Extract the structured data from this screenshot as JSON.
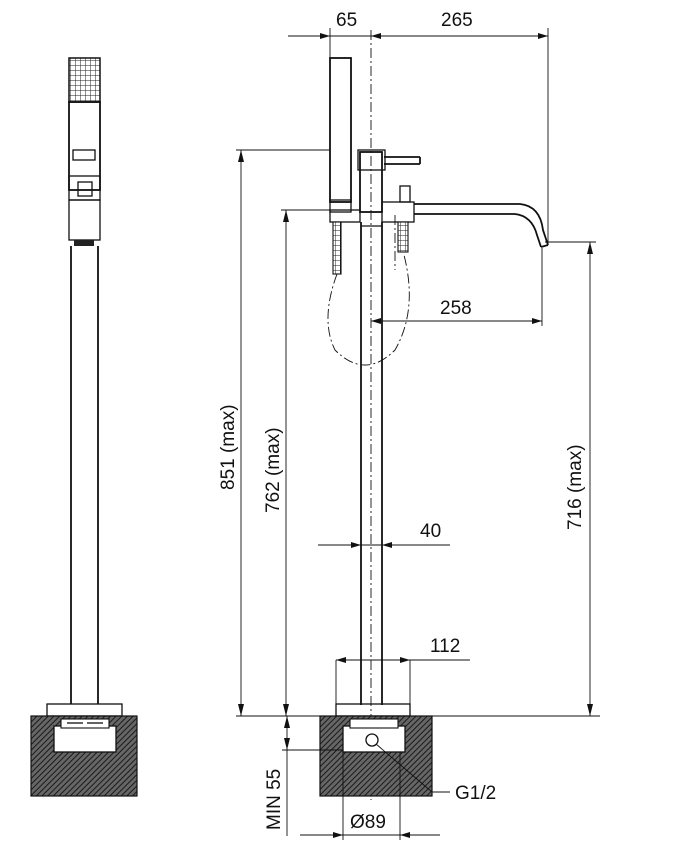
{
  "dimensions": {
    "hand_shower_width": "65",
    "spout_projection_top": "265",
    "spout_projection": "258",
    "height_total": "851 (max)",
    "height_mixer": "762 (max)",
    "height_spout": "716 (max)",
    "pipe_diameter": "40",
    "base_plate_width": "112",
    "min_depth": "MIN 55",
    "connection_diameter": "Ø89",
    "thread": "G1/2"
  },
  "colors": {
    "line": "#111111",
    "concrete_hatch": "#3a3a3a"
  }
}
